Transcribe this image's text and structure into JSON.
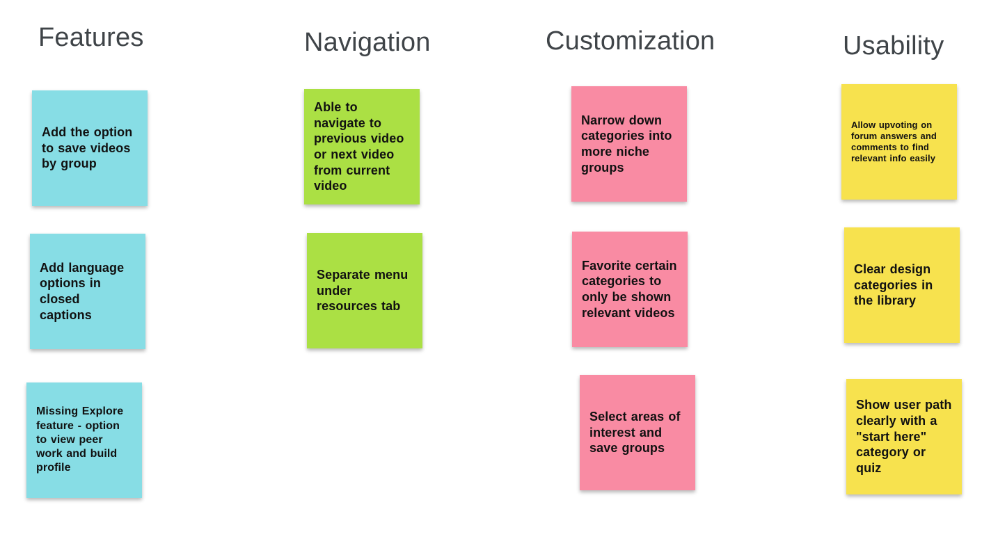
{
  "board": {
    "background_color": "#FFFFFF",
    "header_text_color": "#3F4448",
    "note_text_color": "#111111"
  },
  "columns": [
    {
      "title": "Features",
      "note_color": "#87DDE5",
      "notes": [
        {
          "text": "Add the option to save videos by group"
        },
        {
          "text": "Add language options in closed captions"
        },
        {
          "text": "Missing Explore feature - option to view peer work and build profile"
        }
      ]
    },
    {
      "title": "Navigation",
      "note_color": "#ABE044",
      "notes": [
        {
          "text": "Able to navigate to previous video or next video from current video"
        },
        {
          "text": "Separate menu under resources tab"
        }
      ]
    },
    {
      "title": "Customization",
      "note_color": "#F98BA3",
      "notes": [
        {
          "text": "Narrow down categories into more niche groups"
        },
        {
          "text": "Favorite certain categories to only be shown relevant videos"
        },
        {
          "text": "Select areas of interest and save groups"
        }
      ]
    },
    {
      "title": "Usability",
      "note_color": "#F7E24E",
      "notes": [
        {
          "text": "Allow upvoting on forum answers and comments to find relevant info easily"
        },
        {
          "text": "Clear design categories in the library"
        },
        {
          "text": "Show user path clearly with a \"start here\" category or quiz"
        }
      ]
    }
  ]
}
